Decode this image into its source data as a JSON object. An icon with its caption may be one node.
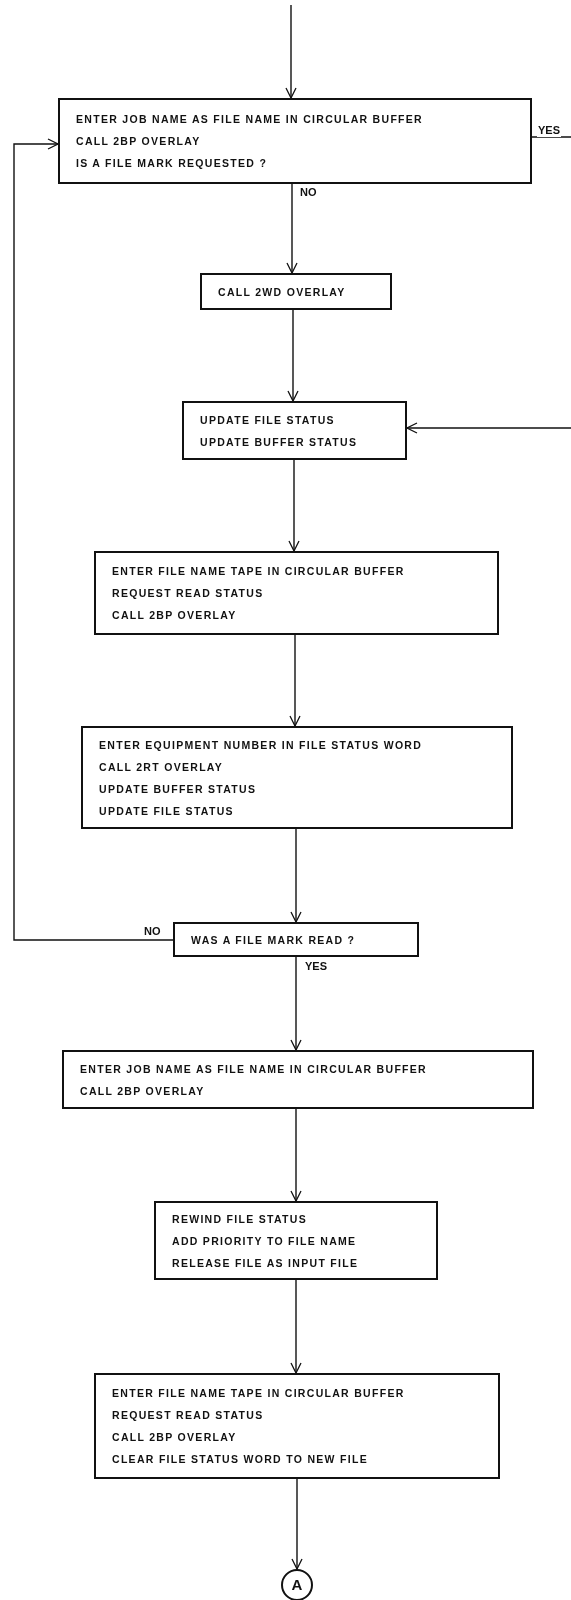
{
  "diagram": {
    "nodes": [
      {
        "text": [
          "ENTER JOB NAME AS FILE NAME IN CIRCULAR BUFFER",
          "CALL 2BP OVERLAY",
          "IS A FILE MARK REQUESTED ?"
        ]
      },
      {
        "text": [
          "CALL 2WD OVERLAY"
        ]
      },
      {
        "text": [
          "UPDATE FILE STATUS",
          "UPDATE BUFFER STATUS"
        ]
      },
      {
        "text": [
          "ENTER FILE NAME TAPE IN CIRCULAR BUFFER",
          "REQUEST READ STATUS",
          "CALL 2BP OVERLAY"
        ]
      },
      {
        "text": [
          "ENTER EQUIPMENT NUMBER IN FILE STATUS WORD",
          "CALL 2RT OVERLAY",
          "UPDATE BUFFER STATUS",
          "UPDATE FILE STATUS"
        ]
      },
      {
        "text": [
          "WAS A FILE MARK READ ?"
        ]
      },
      {
        "text": [
          "ENTER JOB NAME AS FILE NAME IN CIRCULAR BUFFER",
          "CALL 2BP OVERLAY"
        ]
      },
      {
        "text": [
          "REWIND FILE STATUS",
          "ADD PRIORITY TO FILE NAME",
          "RELEASE FILE AS INPUT FILE"
        ]
      },
      {
        "text": [
          "ENTER FILE NAME TAPE IN CIRCULAR BUFFER",
          "REQUEST READ STATUS",
          "CALL 2BP OVERLAY",
          "CLEAR FILE STATUS WORD TO NEW FILE"
        ]
      },
      {
        "text": [
          "A"
        ]
      }
    ],
    "edges": [
      {
        "from": null,
        "to": 0,
        "arrow": "to"
      },
      {
        "from": 0,
        "to": 1,
        "arrow": "to",
        "label": "NO"
      },
      {
        "from": 0,
        "to": null,
        "arrow": "none",
        "label": "YES"
      },
      {
        "from": null,
        "to": 2,
        "arrow": "to"
      },
      {
        "from": 1,
        "to": 2,
        "arrow": "to"
      },
      {
        "from": 2,
        "to": 3,
        "arrow": "to"
      },
      {
        "from": 3,
        "to": 4,
        "arrow": "to"
      },
      {
        "from": 4,
        "to": 5,
        "arrow": "to"
      },
      {
        "from": 5,
        "to": 0,
        "arrow": "to",
        "label": "NO"
      },
      {
        "from": 5,
        "to": 6,
        "arrow": "to",
        "label": "YES"
      },
      {
        "from": 6,
        "to": 7,
        "arrow": "to"
      },
      {
        "from": 7,
        "to": 8,
        "arrow": "to"
      },
      {
        "from": 8,
        "to": 9,
        "arrow": "to"
      }
    ]
  }
}
